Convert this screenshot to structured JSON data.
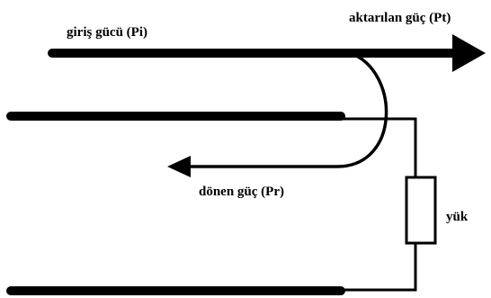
{
  "labels": {
    "input_power": "giriş gücü (Pi)",
    "transmitted_power": "aktarılan güç (Pt)",
    "reflected_power": "dönen güç (Pr)",
    "load": "yük"
  },
  "colors": {
    "line": "#000000",
    "background": "#ffffff"
  }
}
